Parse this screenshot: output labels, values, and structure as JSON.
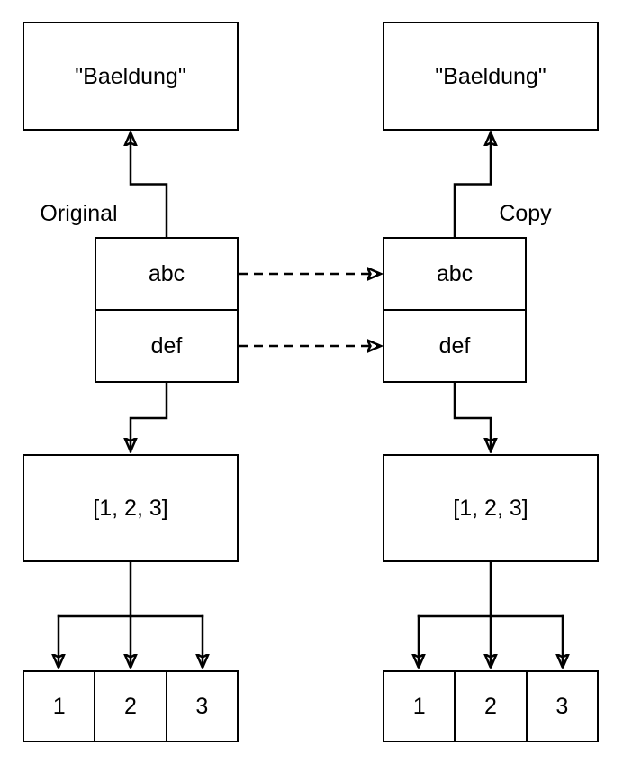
{
  "diagram": {
    "background_color": "#ffffff",
    "line_color": "#000000",
    "original": {
      "label": "Original",
      "string_value": "\"Baeldung\"",
      "field_1": "abc",
      "field_2": "def",
      "list_value": "[1, 2, 3]",
      "cells": [
        "1",
        "2",
        "3"
      ]
    },
    "copy": {
      "label": "Copy",
      "string_value": "\"Baeldung\"",
      "field_1": "abc",
      "field_2": "def",
      "list_value": "[1, 2, 3]",
      "cells": [
        "1",
        "2",
        "3"
      ]
    }
  }
}
